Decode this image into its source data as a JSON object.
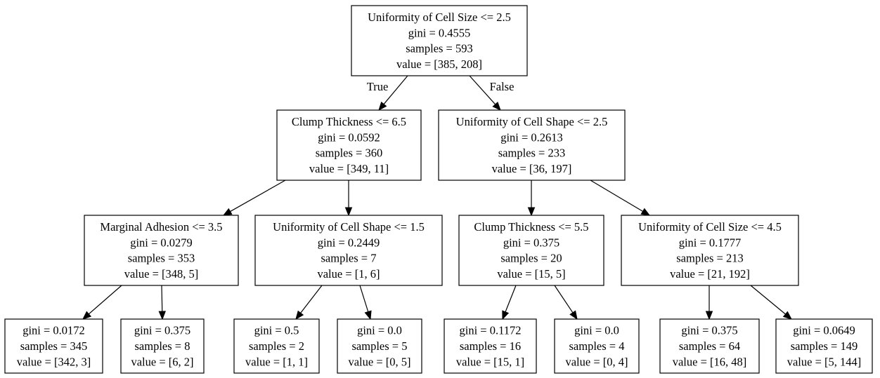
{
  "tree": {
    "nodes": {
      "n0": {
        "lines": [
          "Uniformity of Cell Size <= 2.5",
          "gini = 0.4555",
          "samples = 593",
          "value = [385, 208]"
        ]
      },
      "n1": {
        "lines": [
          "Clump Thickness <= 6.5",
          "gini = 0.0592",
          "samples = 360",
          "value = [349, 11]"
        ]
      },
      "n2": {
        "lines": [
          "Uniformity of Cell Shape <= 2.5",
          "gini = 0.2613",
          "samples = 233",
          "value = [36, 197]"
        ]
      },
      "n3": {
        "lines": [
          "Marginal Adhesion <= 3.5",
          "gini = 0.0279",
          "samples = 353",
          "value = [348, 5]"
        ]
      },
      "n4": {
        "lines": [
          "Uniformity of Cell Shape <= 1.5",
          "gini = 0.2449",
          "samples = 7",
          "value = [1, 6]"
        ]
      },
      "n5": {
        "lines": [
          "Clump Thickness <= 5.5",
          "gini = 0.375",
          "samples = 20",
          "value = [15, 5]"
        ]
      },
      "n6": {
        "lines": [
          "Uniformity of Cell Size <= 4.5",
          "gini = 0.1777",
          "samples = 213",
          "value = [21, 192]"
        ]
      },
      "n7": {
        "lines": [
          "gini = 0.0172",
          "samples = 345",
          "value = [342, 3]"
        ]
      },
      "n8": {
        "lines": [
          "gini = 0.375",
          "samples = 8",
          "value = [6, 2]"
        ]
      },
      "n9": {
        "lines": [
          "gini = 0.5",
          "samples = 2",
          "value = [1, 1]"
        ]
      },
      "n10": {
        "lines": [
          "gini = 0.0",
          "samples = 5",
          "value = [0, 5]"
        ]
      },
      "n11": {
        "lines": [
          "gini = 0.1172",
          "samples = 16",
          "value = [15, 1]"
        ]
      },
      "n12": {
        "lines": [
          "gini = 0.0",
          "samples = 4",
          "value = [0, 4]"
        ]
      },
      "n13": {
        "lines": [
          "gini = 0.375",
          "samples = 64",
          "value = [16, 48]"
        ]
      },
      "n14": {
        "lines": [
          "gini = 0.0649",
          "samples = 149",
          "value = [5, 144]"
        ]
      }
    },
    "edge_labels": {
      "true_label": "True",
      "false_label": "False"
    }
  }
}
